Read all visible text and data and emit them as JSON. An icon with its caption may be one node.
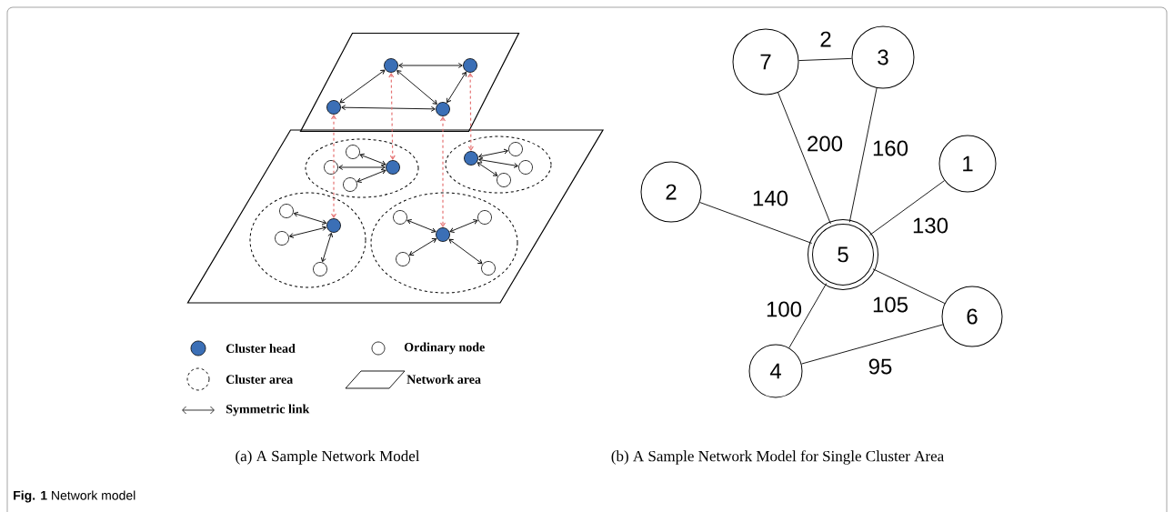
{
  "diagram": {
    "caption": "**Fig. 1** Network model",
    "nodes": [
      {
        "text": [],
        "shape": "parallelogram"
      },
      {
        "text": [],
        "shape": "dot",
        "in": 0
      },
      {
        "text": [],
        "shape": "dot",
        "in": 0
      },
      {
        "text": [],
        "shape": "dot",
        "in": 0
      },
      {
        "text": [],
        "shape": "dot",
        "in": 0
      },
      {
        "text": [],
        "shape": "parallelogram"
      },
      {
        "text": [],
        "shape": "ellipse",
        "in": 5
      },
      {
        "text": [],
        "shape": "dot",
        "in": 6
      },
      {
        "text": [],
        "shape": "circle",
        "in": 6
      },
      {
        "text": [],
        "shape": "circle",
        "in": 6
      },
      {
        "text": [],
        "shape": "circle",
        "in": 6
      },
      {
        "text": [],
        "shape": "ellipse",
        "in": 5
      },
      {
        "text": [],
        "shape": "dot",
        "in": 11
      },
      {
        "text": [],
        "shape": "circle",
        "in": 11
      },
      {
        "text": [],
        "shape": "circle",
        "in": 11
      },
      {
        "text": [],
        "shape": "circle",
        "in": 11
      },
      {
        "text": [],
        "shape": "ellipse",
        "in": 5
      },
      {
        "text": [],
        "shape": "dot",
        "in": 16
      },
      {
        "text": [],
        "shape": "circle",
        "in": 16
      },
      {
        "text": [],
        "shape": "circle",
        "in": 16
      },
      {
        "text": [],
        "shape": "circle",
        "in": 16
      },
      {
        "text": [],
        "shape": "ellipse",
        "in": 5
      },
      {
        "text": [],
        "shape": "dot",
        "in": 21
      },
      {
        "text": [],
        "shape": "circle",
        "in": 21
      },
      {
        "text": [],
        "shape": "circle",
        "in": 21
      },
      {
        "text": [],
        "shape": "circle",
        "in": 21
      },
      {
        "text": [],
        "shape": "circle",
        "in": 21
      },
      {
        "text": [
          "7"
        ]
      },
      {
        "text": [
          "3"
        ]
      },
      {
        "text": [
          "1"
        ]
      },
      {
        "text": [
          "2"
        ]
      },
      {
        "text": [
          "5"
        ]
      },
      {
        "text": [
          "6"
        ]
      },
      {
        "text": [
          "4"
        ]
      }
    ],
    "edges": [
      {
        "from": 1,
        "to": 2,
        "arrow": "both"
      },
      {
        "from": 1,
        "to": 3,
        "arrow": "both"
      },
      {
        "from": 1,
        "to": 4,
        "arrow": "both"
      },
      {
        "from": 2,
        "to": 4,
        "arrow": "both"
      },
      {
        "from": 3,
        "to": 4,
        "arrow": "both"
      },
      {
        "from": 7,
        "to": 8,
        "arrow": "both"
      },
      {
        "from": 7,
        "to": 9,
        "arrow": "both"
      },
      {
        "from": 7,
        "to": 10,
        "arrow": "both"
      },
      {
        "from": 12,
        "to": 13,
        "arrow": "both"
      },
      {
        "from": 12,
        "to": 14,
        "arrow": "both"
      },
      {
        "from": 12,
        "to": 15,
        "arrow": "both"
      },
      {
        "from": 17,
        "to": 18,
        "arrow": "both"
      },
      {
        "from": 17,
        "to": 19,
        "arrow": "both"
      },
      {
        "from": 17,
        "to": 20,
        "arrow": "both"
      },
      {
        "from": 22,
        "to": 23,
        "arrow": "both"
      },
      {
        "from": 22,
        "to": 24,
        "arrow": "both"
      },
      {
        "from": 22,
        "to": 25,
        "arrow": "both"
      },
      {
        "from": 22,
        "to": 26,
        "arrow": "both"
      },
      {
        "from": 3,
        "to": 17,
        "arrow": "both",
        "style": "dashed",
        "color": "#e57373"
      },
      {
        "from": 1,
        "to": 7,
        "arrow": "both",
        "style": "dashed",
        "color": "#e57373"
      },
      {
        "from": 4,
        "to": 22,
        "arrow": "both",
        "style": "dashed",
        "color": "#e57373"
      },
      {
        "from": 2,
        "to": 12,
        "arrow": "both",
        "style": "dashed",
        "color": "#e57373"
      },
      {
        "from": 27,
        "to": 28,
        "arrow": "none",
        "label": "2"
      },
      {
        "from": 27,
        "to": 31,
        "arrow": "none",
        "label": "200"
      },
      {
        "from": 28,
        "to": 31,
        "arrow": "none",
        "label": "160"
      },
      {
        "from": 30,
        "to": 31,
        "arrow": "none",
        "label": "140"
      },
      {
        "from": 29,
        "to": 31,
        "arrow": "none",
        "label": "130"
      },
      {
        "from": 31,
        "to": 33,
        "arrow": "none",
        "label": "100"
      },
      {
        "from": 31,
        "to": 32,
        "arrow": "none",
        "label": "105"
      },
      {
        "from": 33,
        "to": 32,
        "arrow": "none",
        "label": "95"
      }
    ],
    "labels": [
      "(a) A Sample Network Model",
      "(b) A Sample Network Model for Single Cluster Area"
    ],
    "legend": [
      {
        "text": "Cluster head",
        "color": "#3b6fb6"
      },
      {
        "text": "Ordinary node"
      },
      {
        "text": "Cluster area"
      },
      {
        "text": "Network area"
      },
      {
        "text": "Symmetric link"
      }
    ]
  }
}
